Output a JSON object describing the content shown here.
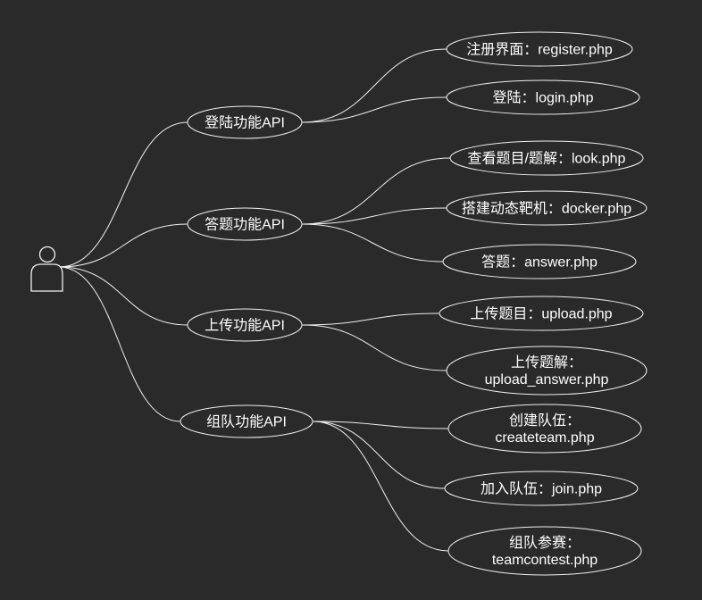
{
  "diagram": {
    "root": {
      "id": "user",
      "label": "",
      "icon": "user-icon"
    },
    "groups": [
      {
        "id": "login-api",
        "label": "登陆功能API",
        "children": [
          {
            "id": "register",
            "lines": [
              "注册界面：register.php"
            ]
          },
          {
            "id": "login",
            "lines": [
              "登陆：login.php"
            ]
          }
        ]
      },
      {
        "id": "answer-api",
        "label": "答题功能API",
        "children": [
          {
            "id": "look",
            "lines": [
              "查看题目/题解：look.php"
            ]
          },
          {
            "id": "docker",
            "lines": [
              "搭建动态靶机：docker.php"
            ]
          },
          {
            "id": "answer",
            "lines": [
              "答题：answer.php"
            ]
          }
        ]
      },
      {
        "id": "upload-api",
        "label": "上传功能API",
        "children": [
          {
            "id": "upload",
            "lines": [
              "上传题目：upload.php"
            ]
          },
          {
            "id": "upload-answer",
            "lines": [
              "上传题解：",
              "upload_answer.php"
            ]
          }
        ]
      },
      {
        "id": "team-api",
        "label": "组队功能API",
        "children": [
          {
            "id": "createteam",
            "lines": [
              "创建队伍：",
              "createteam.php"
            ]
          },
          {
            "id": "join",
            "lines": [
              "加入队伍：join.php"
            ]
          },
          {
            "id": "teamcontest",
            "lines": [
              "组队参赛：",
              "teamcontest.php"
            ]
          }
        ]
      }
    ],
    "colors": {
      "background": "#2a2a2a",
      "stroke": "#f0f0f0",
      "text": "#ffffff"
    }
  }
}
